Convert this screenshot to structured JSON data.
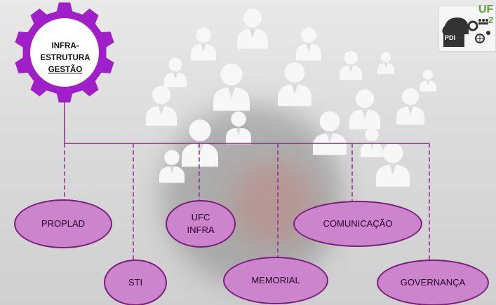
{
  "root": {
    "line1": "INFRA-",
    "line2": "ESTRUTURA",
    "line3": "GESTÃO"
  },
  "nodes": [
    {
      "id": "proplad",
      "label_lines": [
        "PROPLAD"
      ]
    },
    {
      "id": "sti",
      "label_lines": [
        "STI"
      ]
    },
    {
      "id": "ufc-infra",
      "label_lines": [
        "UFC",
        "INFRA"
      ]
    },
    {
      "id": "memorial",
      "label_lines": [
        "MEMORIAL"
      ]
    },
    {
      "id": "comunicacao",
      "label_lines": [
        "COMUNICAÇÃO"
      ]
    },
    {
      "id": "governanca",
      "label_lines": [
        "GOVERNANÇA"
      ]
    }
  ],
  "logo": {
    "text_top": "UF",
    "text_side": "2",
    "badge": "PDI",
    "icons": [
      "head-profile-icon",
      "gears-icon",
      "globe-icon",
      "people-icon"
    ]
  },
  "colors": {
    "line": "#8b2a8b",
    "node_fill": "#cc85cc",
    "node_border": "#7a1f7a",
    "gear": "#a020c8",
    "logo_green": "#5ba33b"
  }
}
